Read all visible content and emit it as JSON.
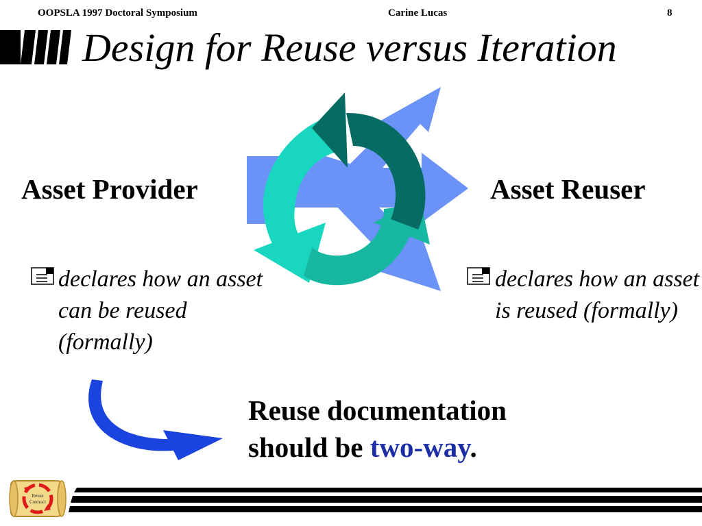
{
  "header": {
    "left": "OOPSLA 1997 Doctoral Symposium",
    "center": "Carine Lucas",
    "right": "8"
  },
  "title": "Design for Reuse versus Iteration",
  "provider": {
    "label": "Asset Provider",
    "bullet": "declares how an asset can be reused (formally)"
  },
  "reuser": {
    "label": "Asset Reuser",
    "bullet": "declares how an asset is reused (formally)"
  },
  "conclusion": {
    "line1": "Reuse documentation",
    "line2_prefix": "should be ",
    "highlight": "two-way",
    "suffix": "."
  },
  "logo": {
    "line1": "Reuse",
    "line2": "Contract"
  },
  "colors": {
    "light_blue_arrows": "#6b93f7",
    "cyan_arc": "#18d6c0",
    "dark_teal_arc": "#066c63",
    "teal_arc": "#17b7a2",
    "curve_arrow": "#1a43e0",
    "highlight_text": "#1c2ea6"
  }
}
